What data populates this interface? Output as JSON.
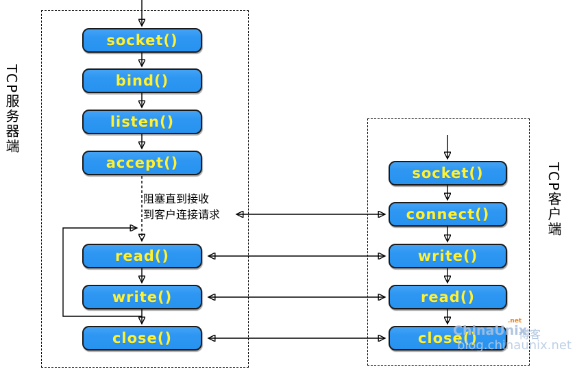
{
  "diagram": {
    "server": {
      "panel_label": "TCP服务器端",
      "nodes": [
        {
          "label": "socket()"
        },
        {
          "label": "bind()"
        },
        {
          "label": "listen()"
        },
        {
          "label": "accept()"
        },
        {
          "label": "read()"
        },
        {
          "label": "write()"
        },
        {
          "label": "close()"
        }
      ]
    },
    "client": {
      "panel_label": "TCP客户端",
      "nodes": [
        {
          "label": "socket()"
        },
        {
          "label": "connect()"
        },
        {
          "label": "write()"
        },
        {
          "label": "read()"
        },
        {
          "label": "close()"
        }
      ]
    },
    "annotation": {
      "line1": "阻塞直到接收",
      "line2": "到客户连接请求"
    },
    "colors": {
      "node_fill": "#2e97f2",
      "node_text": "#fff133",
      "node_border": "#1a1a1a",
      "line": "#000000"
    }
  },
  "watermark": {
    "brand": "ChinaUnix",
    "brand_sup": ".net",
    "brand_tag": "博客",
    "url": "blog.chinaunix.net",
    "text_color": "#a9bfdc",
    "sup_color": "#f08011"
  }
}
